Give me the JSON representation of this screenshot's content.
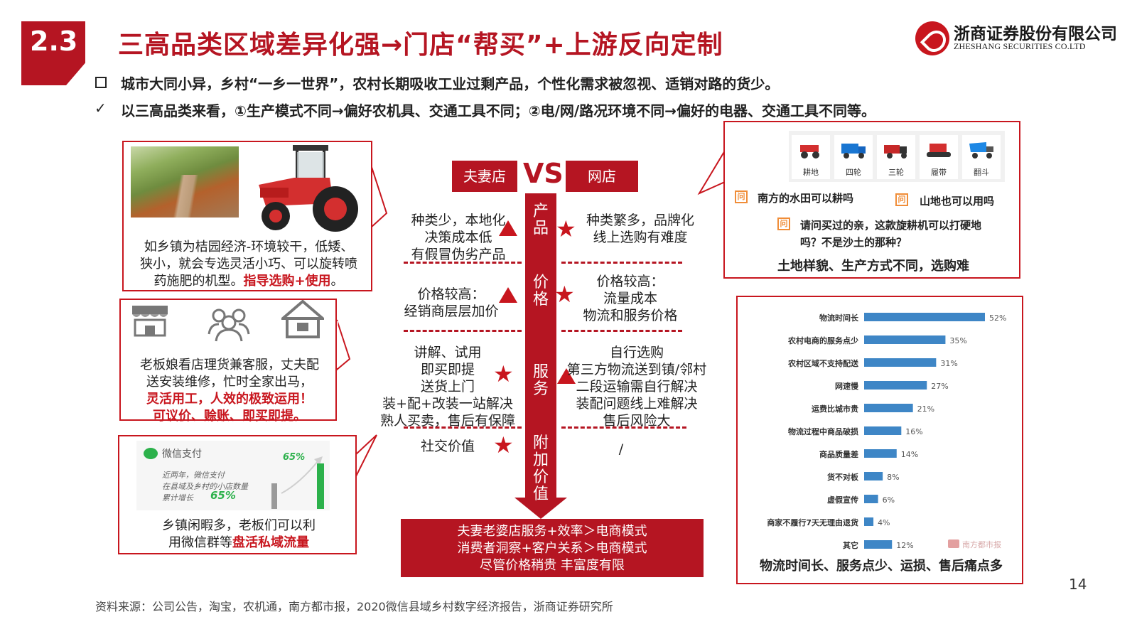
{
  "header": {
    "section_number": "2.3",
    "title": "三高品类区域差异化强→门店“帮买”+上游反向定制",
    "logo_cn": "浙商证券股份有限公司",
    "logo_en": "ZHESHANG SECURITIES CO.LTD"
  },
  "bullets": [
    {
      "mark": "",
      "text": "城市大同小异，乡村“一乡一世界”，农村长期吸收工业过剩产品，个性化需求被忽视、适销对路的货少。"
    },
    {
      "mark": "✓",
      "text": "以三高品类来看，①生产模式不同→偏好农机具、交通工具不同；②电/网/路况环境不同→偏好的电器、交通工具不同等。"
    }
  ],
  "left_panels": {
    "orchard": {
      "lines": [
        "如乡镇为桔园经济-环境较干，低矮、",
        "狭小，就会专选灵活小巧、可以旋转喷",
        "药施肥的机型。"
      ],
      "highlight": "指导选购+使用",
      "tail": "。"
    },
    "owner": {
      "lines": [
        "老板娘看店理货兼客服，丈夫配",
        "送安装维修，忙时全家出马，"
      ],
      "highlight_lines": [
        "灵活用工，人效的极致运用！",
        "可议价、赊账、即买即提。"
      ]
    },
    "wechat": {
      "brand": "微信支付",
      "note1": "近两年，微信支付",
      "note2": "在县域及乡村的小店数量",
      "note3_label": "累计增长",
      "note3_value": "65%",
      "chart_pct": "65%",
      "line1": "乡镇闲暇多，老板们可以利",
      "line2_plain": "用微信群等",
      "line2_highlight": "盘活私域流量"
    }
  },
  "comparison": {
    "left_head": "夫妻店",
    "vs": "VS",
    "right_head": "网店",
    "categories": [
      {
        "chars": [
          "产",
          "品"
        ],
        "left": [
          "种类少，本地化",
          "决策成本低",
          "有假冒伪劣产品"
        ],
        "right": [
          "种类繁多，品牌化",
          "线上选购有难度"
        ]
      },
      {
        "chars": [
          "价",
          "格"
        ],
        "left": [
          "价格较高：",
          "经销商层层加价"
        ],
        "right": [
          "价格较高：",
          "流量成本",
          "物流和服务价格"
        ]
      },
      {
        "chars": [
          "服",
          "务"
        ],
        "left": [
          "讲解、试用",
          "即买即提",
          "送货上门",
          "装+配+改装一站解决",
          "熟人买卖，售后有保障"
        ],
        "right": [
          "自行选购",
          "第三方物流送到镇/邻村",
          "二段运输需自行解决",
          "装配问题线上难解决",
          "售后风险大"
        ]
      },
      {
        "chars": [
          "附",
          "加",
          "价",
          "值"
        ],
        "left": [
          "社交价值"
        ],
        "right": [
          "/"
        ]
      }
    ],
    "summary": [
      "夫妻老婆店服务+效率＞电商模式",
      "消费者洞察+客户关系＞电商模式",
      "尽管价格稍贵 丰富度有限"
    ]
  },
  "qa_panel": {
    "vehicles": [
      "耕地",
      "四轮",
      "三轮",
      "履带",
      "翻斗"
    ],
    "tag": "问",
    "questions": [
      "南方的水田可以耕吗",
      "山地也可以用吗",
      "请问买过的亲，这款旋耕机可以打硬地",
      "吗？不是沙土的那种？"
    ],
    "conclusion": "土地样貌、生产方式不同，选购难"
  },
  "chart_data": {
    "type": "bar",
    "orientation": "horizontal",
    "categories": [
      "物流时间长",
      "农村电商的服务点少",
      "农村区域不支持配送",
      "网速慢",
      "运费比城市贵",
      "物流过程中商品破损",
      "商品质量差",
      "货不对板",
      "虚假宣传",
      "商家不履行7天无理由退货",
      "其它"
    ],
    "values": [
      52,
      35,
      31,
      27,
      21,
      16,
      14,
      8,
      6,
      4,
      12
    ],
    "value_labels": [
      "52%",
      "35%",
      "31%",
      "27%",
      "21%",
      "16%",
      "14%",
      "8%",
      "6%",
      "4%",
      "12%"
    ],
    "bar_color": "#3e86c6",
    "xlim": [
      0,
      60
    ],
    "conclusion": "物流时间长、服务点少、运损、售后痛点多",
    "watermark": "南方都市报"
  },
  "colors": {
    "accent": "#b51522",
    "bar": "#3e86c6",
    "wechat_green": "#2cb14b"
  },
  "footer": {
    "source": "资料来源：公司公告，淘宝，农机通，南方都市报，2020微信县域乡村数字经济报告，浙商证券研究所",
    "page": "14"
  }
}
